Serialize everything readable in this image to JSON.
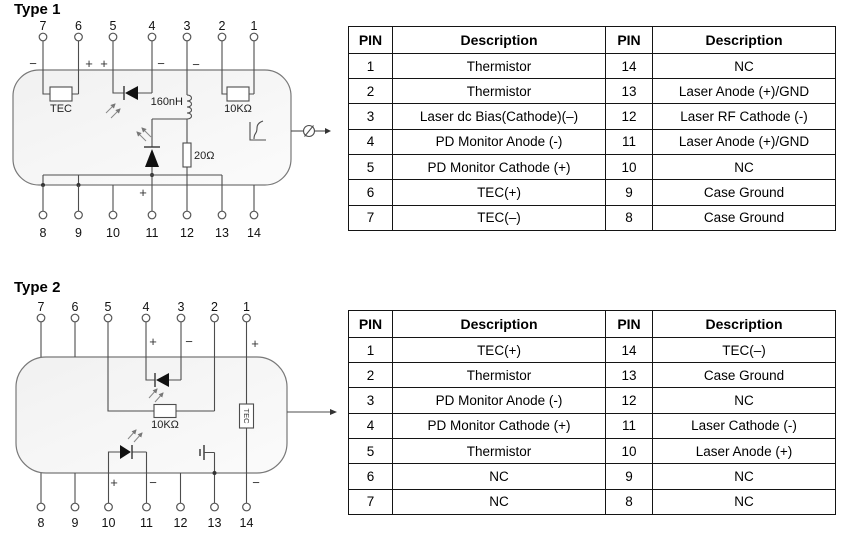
{
  "colors": {
    "wire": "#4d4d4d",
    "package_fill": "#f3f3f3",
    "package_stroke": "#787878",
    "table_border": "#141414",
    "text": "#111111",
    "diode_fill": "#111111"
  },
  "diagram1": {
    "title": "Type 1",
    "top_pins": [
      "7",
      "6",
      "5",
      "4",
      "3",
      "2",
      "1"
    ],
    "bottom_pins": [
      "8",
      "9",
      "10",
      "11",
      "12",
      "13",
      "14"
    ],
    "signs": {
      "pin7": "−",
      "pin6": "+",
      "pin5": "+",
      "pin4": "−",
      "pin3": "−",
      "pin11": "+"
    },
    "components": {
      "tec": "TEC",
      "inductor": "160nH",
      "rf_resistor": "20Ω",
      "thermistor": "10KΩ"
    }
  },
  "diagram2": {
    "title": "Type 2",
    "top_pins": [
      "7",
      "6",
      "5",
      "4",
      "3",
      "2",
      "1"
    ],
    "bottom_pins": [
      "8",
      "9",
      "10",
      "11",
      "12",
      "13",
      "14"
    ],
    "signs": {
      "pin4": "+",
      "pin3": "−",
      "pin1": "+",
      "pin10": "+",
      "pin11": "−",
      "pin14": "−"
    },
    "components": {
      "thermistor": "10KΩ",
      "tec": "TEC"
    }
  },
  "table1": {
    "headers": [
      "PIN",
      "Description",
      "PIN",
      "Description"
    ],
    "rows": [
      [
        "1",
        "Thermistor",
        "14",
        "NC"
      ],
      [
        "2",
        "Thermistor",
        "13",
        "Laser Anode (+)/GND"
      ],
      [
        "3",
        "Laser dc Bias(Cathode)(–)",
        "12",
        "Laser RF Cathode (-)"
      ],
      [
        "4",
        "PD Monitor Anode (-)",
        "11",
        "Laser Anode (+)/GND"
      ],
      [
        "5",
        "PD Monitor Cathode (+)",
        "10",
        "NC"
      ],
      [
        "6",
        "TEC(+)",
        "9",
        "Case Ground"
      ],
      [
        "7",
        "TEC(–)",
        "8",
        "Case Ground"
      ]
    ]
  },
  "table2": {
    "headers": [
      "PIN",
      "Description",
      "PIN",
      "Description"
    ],
    "rows": [
      [
        "1",
        "TEC(+)",
        "14",
        "TEC(–)"
      ],
      [
        "2",
        "Thermistor",
        "13",
        "Case Ground"
      ],
      [
        "3",
        "PD Monitor Anode (-)",
        "12",
        "NC"
      ],
      [
        "4",
        "PD Monitor Cathode (+)",
        "11",
        "Laser Cathode (-)"
      ],
      [
        "5",
        "Thermistor",
        "10",
        "Laser Anode (+)"
      ],
      [
        "6",
        "NC",
        "9",
        "NC"
      ],
      [
        "7",
        "NC",
        "8",
        "NC"
      ]
    ]
  }
}
